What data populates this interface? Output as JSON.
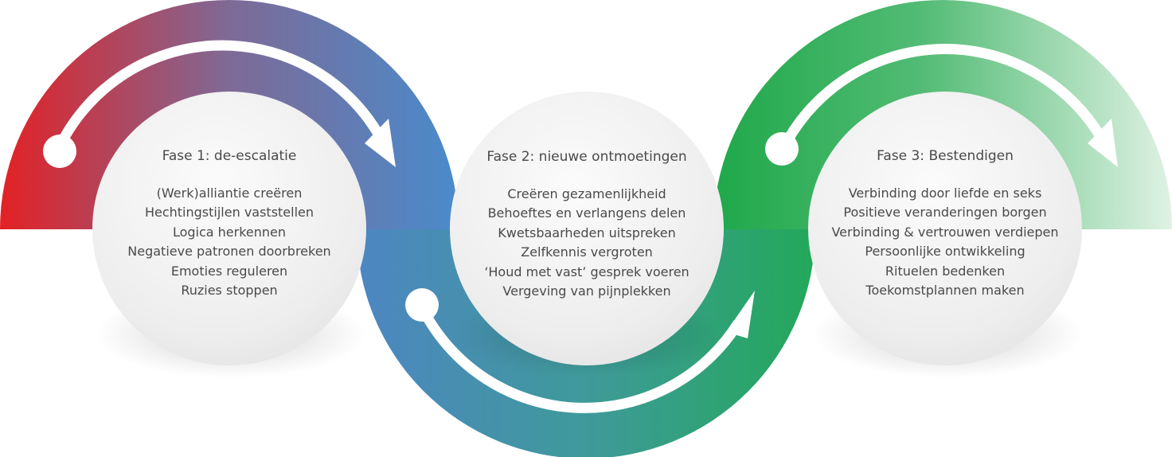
{
  "phases": [
    {
      "title": "Fase 1: de-escalatie",
      "items": [
        "(Werk)alliantie creëren",
        "Hechtingstijlen vaststellen",
        "Logica herkennen",
        "Negatieve patronen doorbreken",
        "Emoties reguleren",
        "Ruzies stoppen"
      ]
    },
    {
      "title": "Fase 2: nieuwe ontmoetingen",
      "items": [
        "Creëren gezamenlijkheid",
        "Behoeftes en verlangens delen",
        "Kwetsbaarheden uitspreken",
        "Zelfkennis vergroten",
        "‘Houd met vast’ gesprek voeren",
        "Vergeving van pijnplekken"
      ]
    },
    {
      "title": "Fase 3: Bestendigen",
      "items": [
        "Verbinding door liefde en seks",
        "Positieve veranderingen borgen",
        "Verbinding & vertrouwen verdiepen",
        "Persoonlijke ontwikkeling",
        "Rituelen bedenken",
        "Toekomstplannen maken"
      ]
    }
  ],
  "colors": {
    "red": "#e32125",
    "purple": "#7e6a96",
    "blue": "#4a8bcc",
    "teal": "#3f9a9a",
    "green": "#21a84e",
    "green_fade": "#d8efdd",
    "circle": "#efefef",
    "text": "#4a4a4a"
  }
}
